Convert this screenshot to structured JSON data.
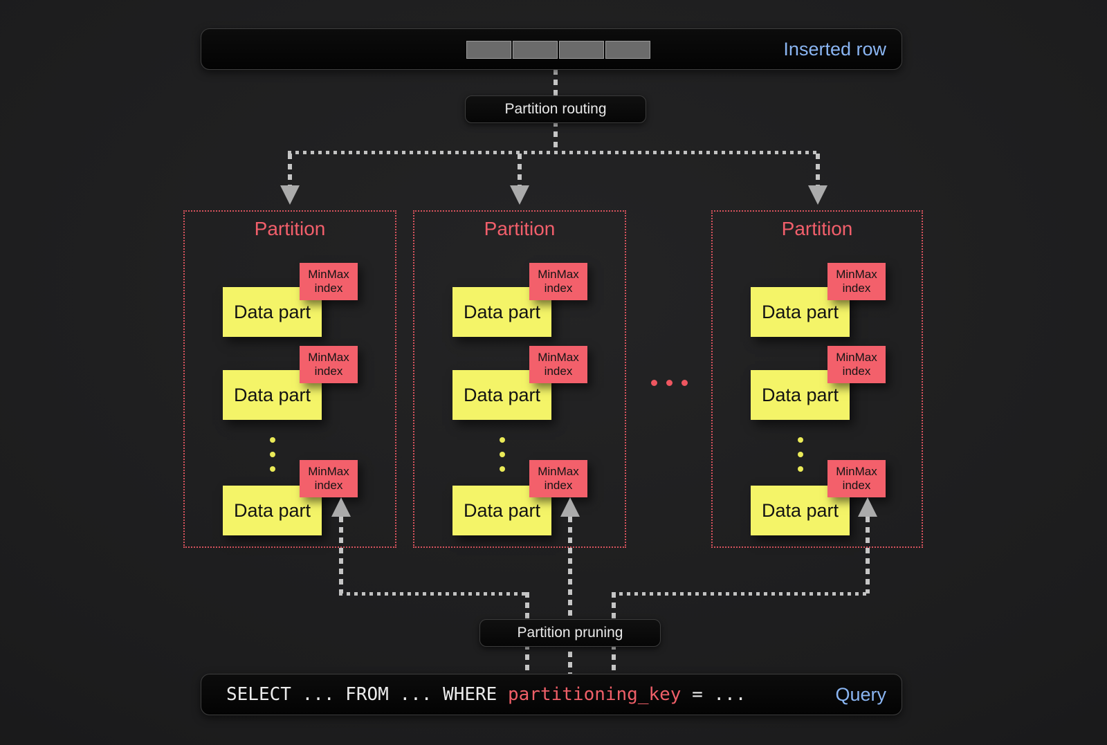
{
  "inserted_row": {
    "label": "Inserted row"
  },
  "routing": {
    "label": "Partition routing"
  },
  "pruning": {
    "label": "Partition pruning"
  },
  "partitions": [
    {
      "title": "Partition",
      "parts": [
        {
          "label": "Data part",
          "minmax_line1": "MinMax",
          "minmax_line2": "index"
        },
        {
          "label": "Data part",
          "minmax_line1": "MinMax",
          "minmax_line2": "index"
        },
        {
          "label": "Data part",
          "minmax_line1": "MinMax",
          "minmax_line2": "index"
        }
      ]
    },
    {
      "title": "Partition",
      "parts": [
        {
          "label": "Data part",
          "minmax_line1": "MinMax",
          "minmax_line2": "index"
        },
        {
          "label": "Data part",
          "minmax_line1": "MinMax",
          "minmax_line2": "index"
        },
        {
          "label": "Data part",
          "minmax_line1": "MinMax",
          "minmax_line2": "index"
        }
      ]
    },
    {
      "title": "Partition",
      "parts": [
        {
          "label": "Data part",
          "minmax_line1": "MinMax",
          "minmax_line2": "index"
        },
        {
          "label": "Data part",
          "minmax_line1": "MinMax",
          "minmax_line2": "index"
        },
        {
          "label": "Data part",
          "minmax_line1": "MinMax",
          "minmax_line2": "index"
        }
      ]
    }
  ],
  "query": {
    "text_before": "SELECT ... FROM ... WHERE ",
    "key": "partitioning_key",
    "text_after": " = ...",
    "label": "Query"
  },
  "colors": {
    "background": "#1c1c1d",
    "panel_bg": "#060606",
    "accent_blue": "#8ab5f2",
    "partition_border_red": "#d8535d",
    "partition_title_red": "#f25f6b",
    "minmax_red": "#f3606b",
    "data_part_yellow": "#f4f468",
    "connector_gray": "#c4c4c4",
    "cell_gray": "#6b6b6b"
  }
}
